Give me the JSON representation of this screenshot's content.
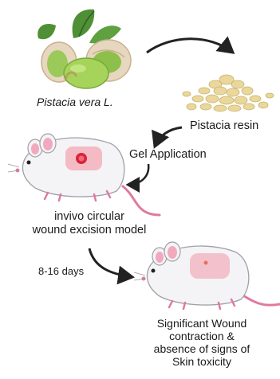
{
  "labels": {
    "plant": "Pistacia vera L.",
    "resin": "Pistacia resin",
    "gel": "Gel Application",
    "model_line1": "invivo circular",
    "model_line2": "wound excision model",
    "duration": "8-16 days",
    "result_line1": "Significant Wound",
    "result_line2": "contraction &",
    "result_line3": "absence of signs of",
    "result_line4": "Skin toxicity"
  },
  "colors": {
    "nut_green": "#a6d45a",
    "shell": "#e7d7be",
    "leaf": "#4f8f35",
    "resin": "#ead79a",
    "mouse_body": "#f4f4f6",
    "mouse_ear_inner": "#f1a9bd",
    "tail": "#e07aa0",
    "wound_patch": "#f3b0bc",
    "wound_red": "#d8243a",
    "arrow": "#222222"
  },
  "icons": [
    "pistachio-nuts",
    "resin-granules",
    "mouse-wounded",
    "mouse-healed"
  ]
}
